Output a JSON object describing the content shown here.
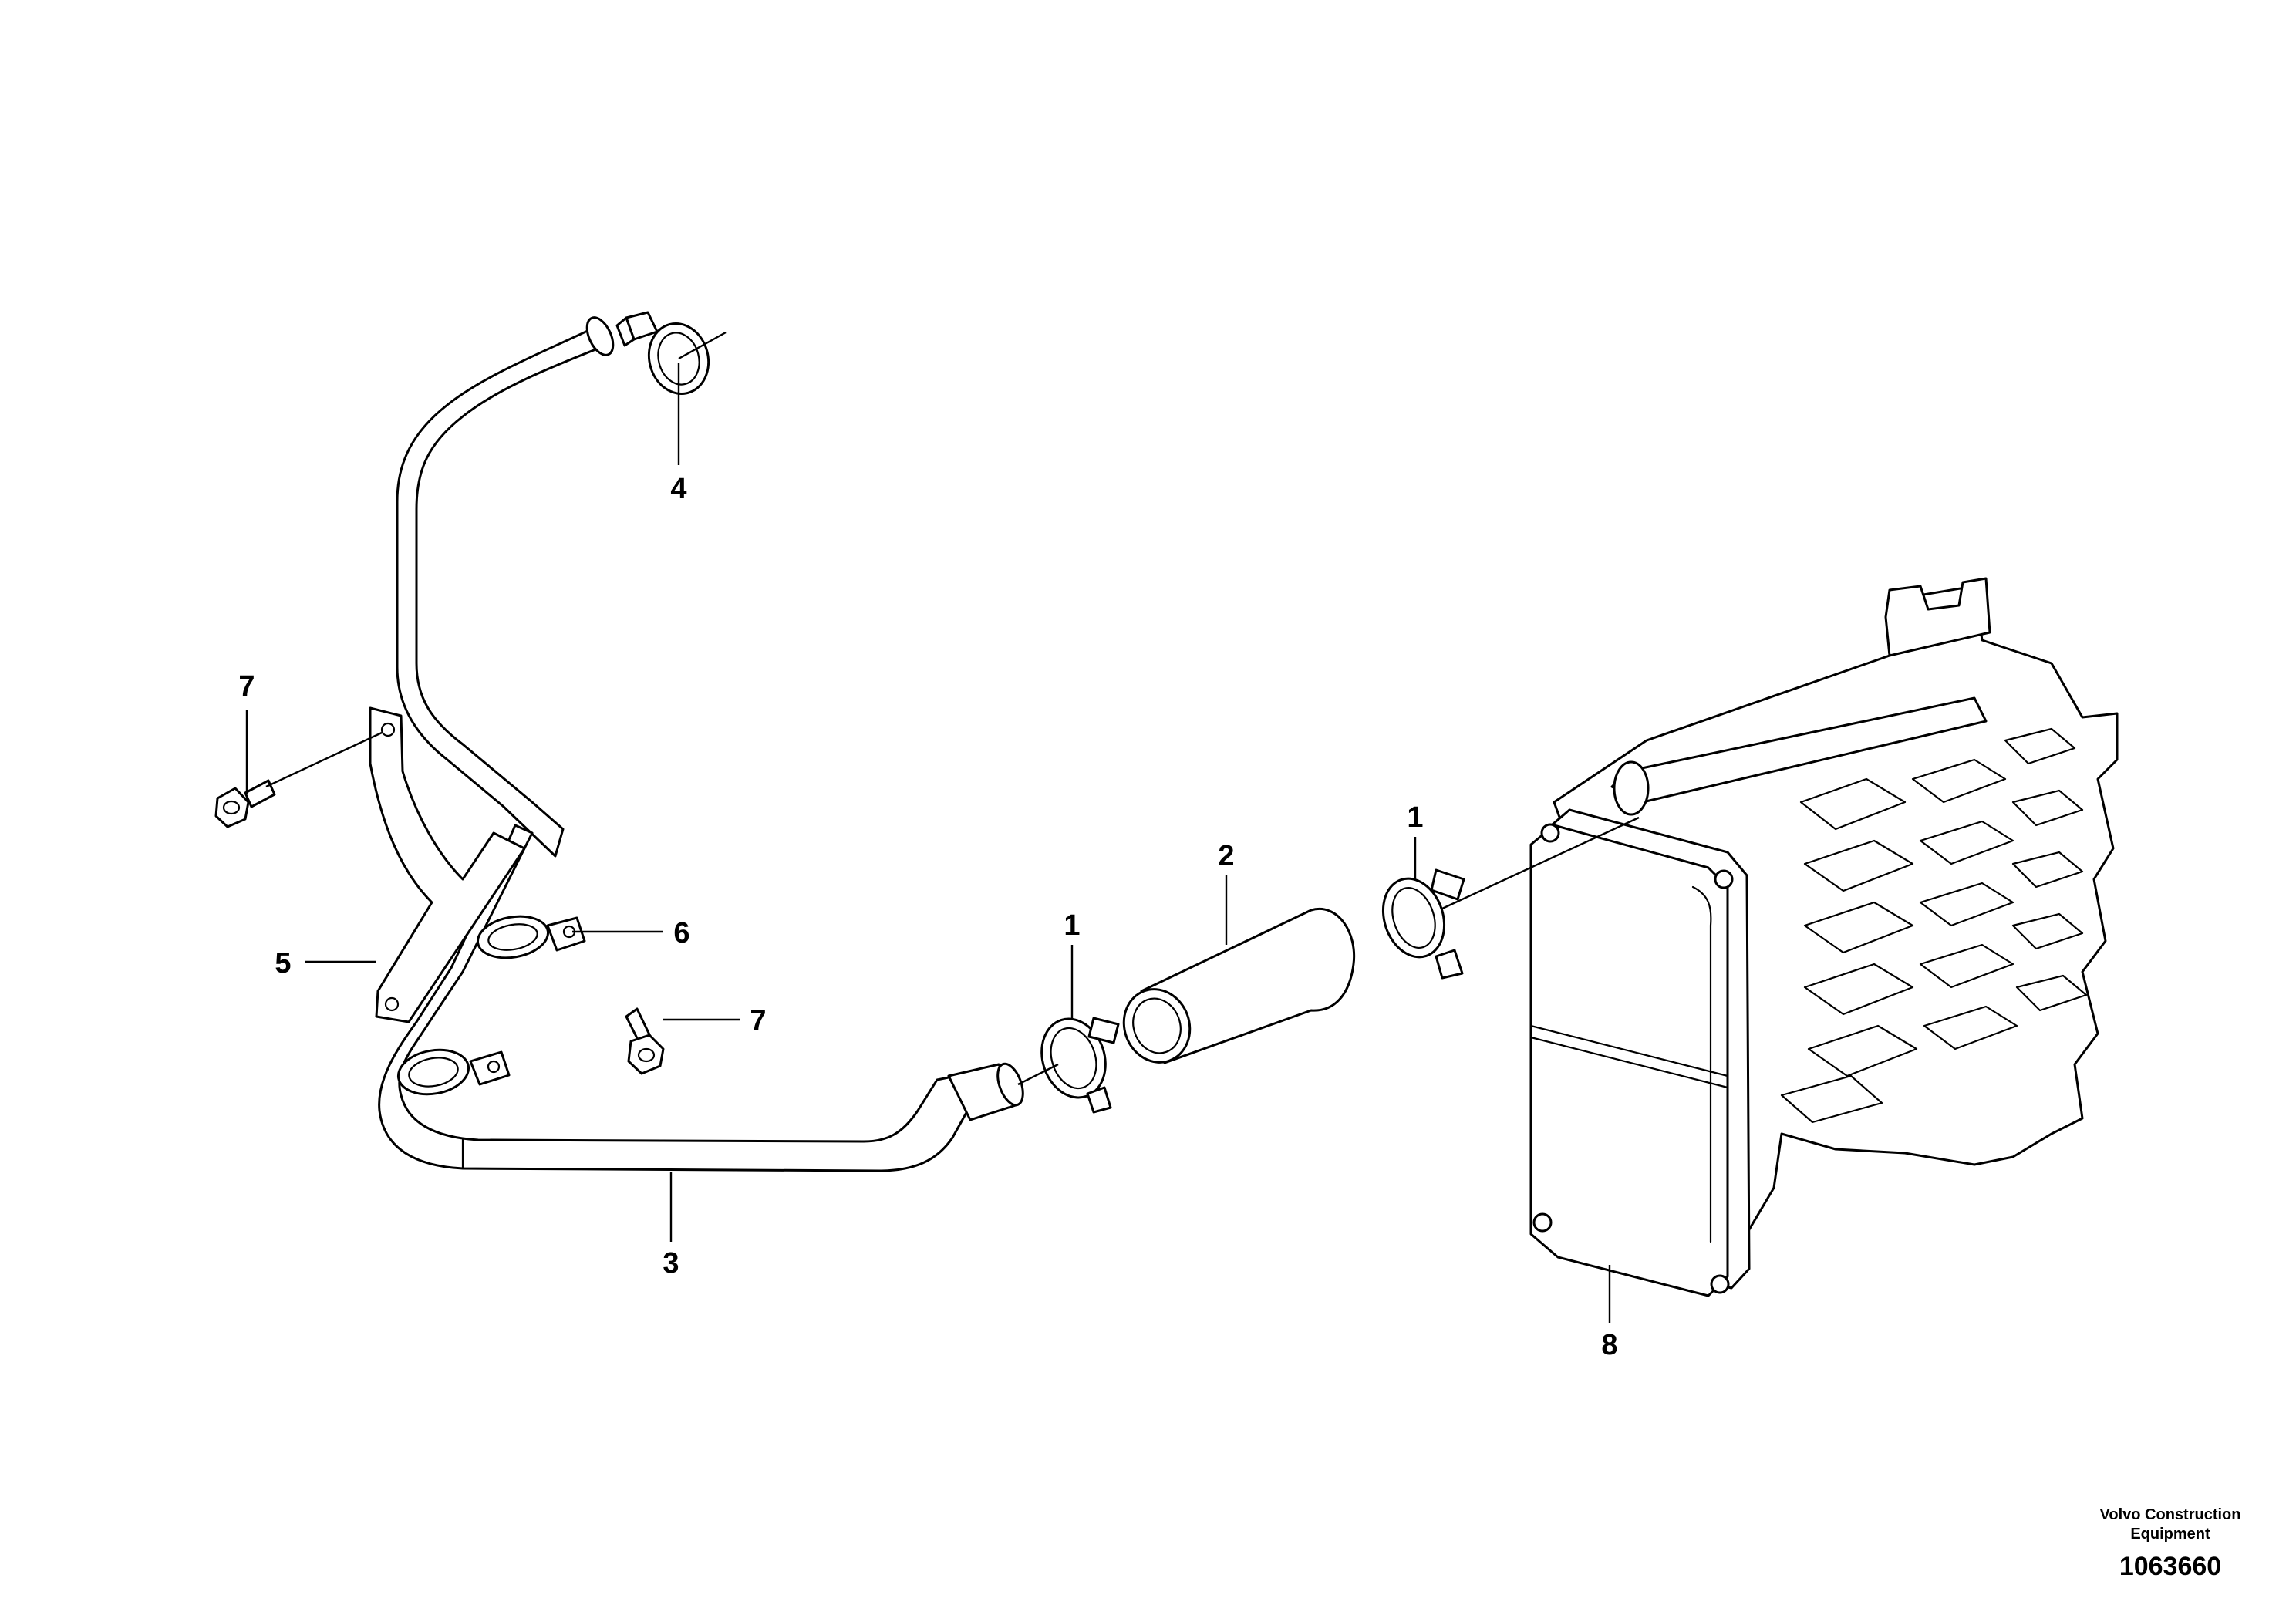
{
  "callouts": [
    {
      "id": "c4",
      "text": "4",
      "part": "hose clamp (upper)"
    },
    {
      "id": "c7a",
      "text": "7",
      "part": "flange screw (upper)"
    },
    {
      "id": "c5",
      "text": "5",
      "part": "bracket"
    },
    {
      "id": "c6",
      "text": "6",
      "part": "pipe clamp"
    },
    {
      "id": "c7b",
      "text": "7",
      "part": "flange screw (lower)"
    },
    {
      "id": "c3",
      "text": "3",
      "part": "pipe"
    },
    {
      "id": "c1a",
      "text": "1",
      "part": "hose clamp (left)"
    },
    {
      "id": "c2",
      "text": "2",
      "part": "hose"
    },
    {
      "id": "c1b",
      "text": "1",
      "part": "hose clamp (right)"
    },
    {
      "id": "c8",
      "text": "8",
      "part": "unit"
    }
  ],
  "footer": {
    "company_line1": "Volvo Construction",
    "company_line2": "Equipment",
    "figure_number": "1063660"
  }
}
